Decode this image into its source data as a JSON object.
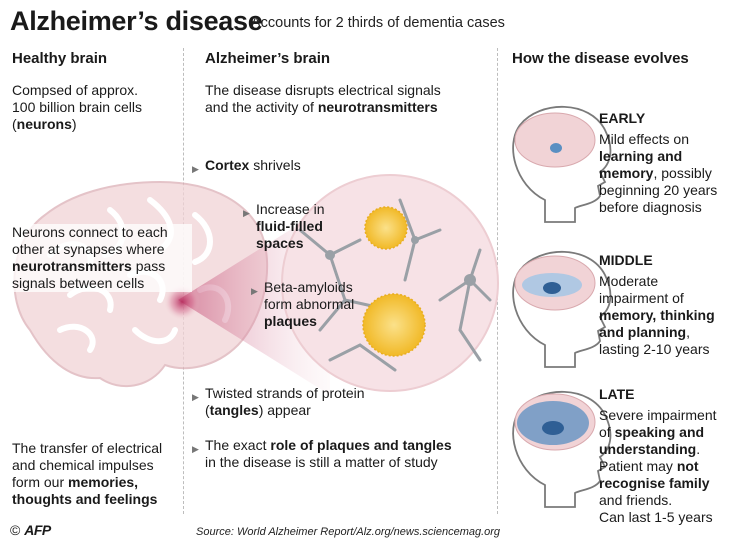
{
  "title": "Alzheimer’s disease",
  "subtitle": "Accounts for 2 thirds of dementia cases",
  "healthy": {
    "heading": "Healthy brain",
    "p1_a": "Compsed of approx.",
    "p1_b": "100 billion brain cells",
    "p1_c_open": "(",
    "p1_c_bold": "neurons",
    "p1_c_close": ")",
    "p2_a": "Neurons connect to each",
    "p2_b": "other at synapses where",
    "p2_c_bold": "neurotransmitters",
    "p2_c_rest": " pass",
    "p2_d": "signals between cells",
    "p3_a": "The transfer of electrical",
    "p3_b": "and chemical impulses",
    "p3_c": "form our ",
    "p3_c_bold": "memories,",
    "p3_d_bold": "thoughts and feelings"
  },
  "alz": {
    "heading": "Alzheimer’s brain",
    "intro_a": "The disease disrupts electrical signals",
    "intro_b": "and the activity of ",
    "intro_b_bold": "neurotransmitters",
    "cortex_bold": "Cortex",
    "cortex_rest": " shrivels",
    "fluid_a": "Increase in",
    "fluid_b_bold": "fluid-filled",
    "fluid_c_bold": "spaces",
    "beta_a": "Beta-amyloids",
    "beta_b": "form abnormal",
    "beta_c_bold": "plaques",
    "tangle_a": "Twisted strands of protein",
    "tangle_b_open": "(",
    "tangle_b_bold": "tangles",
    "tangle_b_rest": ") appear",
    "role_a": "The exact ",
    "role_a_bold": "role of plaques and tangles",
    "role_b": "in the disease is still a matter of study"
  },
  "evolve": {
    "heading": "How the disease evolves",
    "early": {
      "label": "EARLY",
      "a": "Mild effects on",
      "b_bold": "learning and",
      "c_bold": "memory",
      "c_rest": ", possibly",
      "d": "beginning 20 years",
      "e": "before diagnosis"
    },
    "middle": {
      "label": "MIDDLE",
      "a": "Moderate",
      "b": "impairment of",
      "c_bold": "memory, thinking",
      "d_bold": "and planning",
      "d_rest": ",",
      "e": "lasting 2-10 years"
    },
    "late": {
      "label": "LATE",
      "a": "Severe impairment",
      "b": "of ",
      "b_bold": "speaking and",
      "c_bold": "understanding",
      "c_rest": ".",
      "d": "Patient may ",
      "d_bold": "not",
      "e_bold": "recognise family",
      "f": "and friends.",
      "g": "Can last 1-5 years"
    }
  },
  "footer": {
    "copyright": "©",
    "logo": "AFP",
    "source": "Source: World Alzheimer Report/Alz.org/news.sciencemag.org"
  },
  "colors": {
    "brain_pink": "#f1d3d6",
    "brain_line": "#d9a9ae",
    "focus": "#b4285a",
    "plaque": "#f6c93d",
    "neuron": "#9aa0a6",
    "affected": "#5a8fc2"
  }
}
